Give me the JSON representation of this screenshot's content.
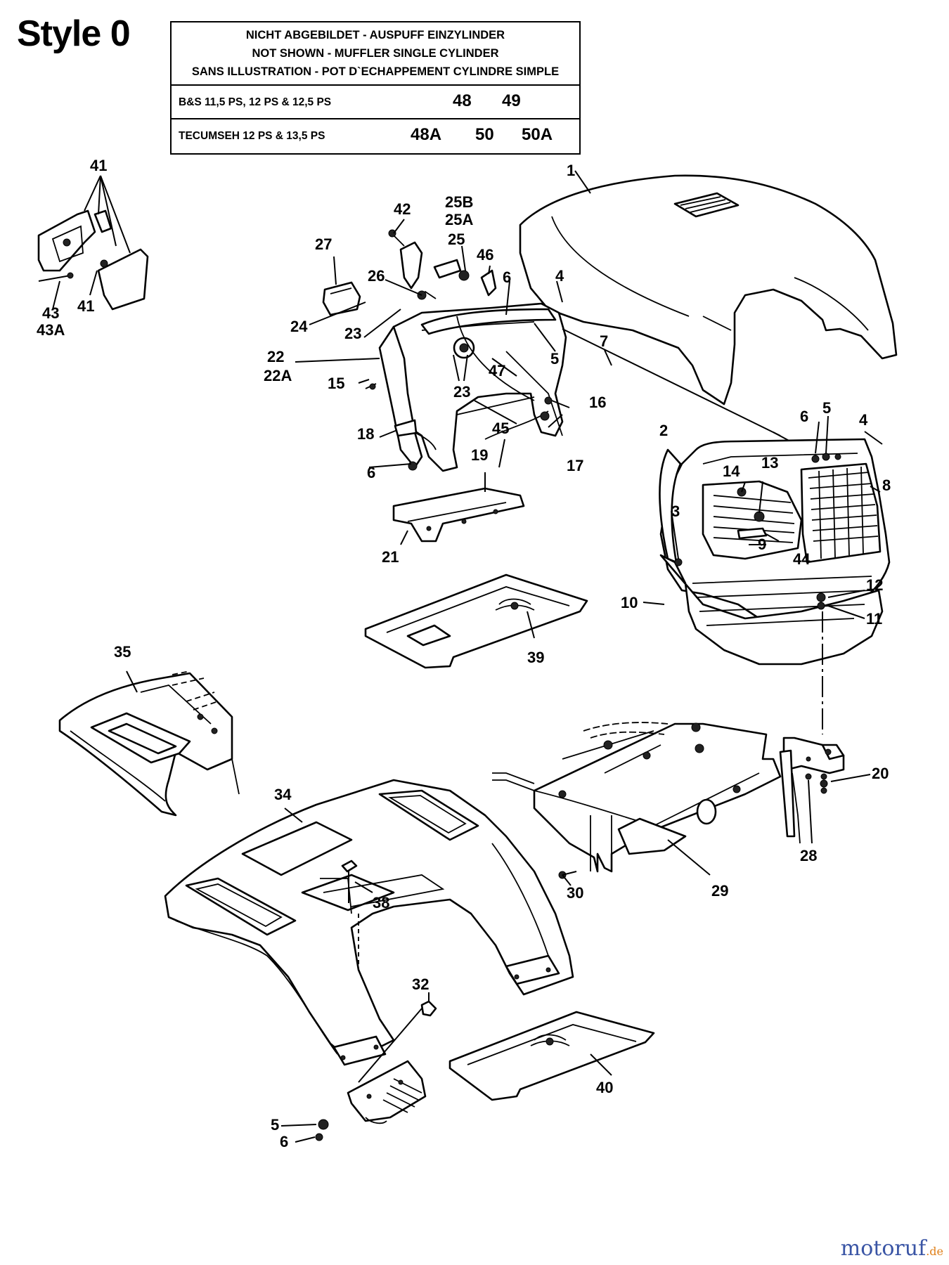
{
  "title": "Style 0",
  "note": {
    "lines": [
      "NICHT ABGEBILDET - AUSPUFF EINZYLINDER",
      "NOT SHOWN - MUFFLER SINGLE CYLINDER",
      "SANS ILLUSTRATION - POT D`ECHAPPEMENT CYLINDRE SIMPLE"
    ],
    "rows": [
      {
        "engine": "B&S  11,5 PS, 12 PS & 12,5 PS",
        "parts": [
          "48",
          "49"
        ]
      },
      {
        "engine": "TECUMSEH  12 PS & 13,5 PS",
        "parts": [
          "48A",
          "50",
          "50A"
        ]
      }
    ]
  },
  "callouts": {
    "c1": "1",
    "c2": "2",
    "c3": "3",
    "c4a": "4",
    "c4b": "4",
    "c5a": "5",
    "c5b": "5",
    "c5c": "5",
    "c6a": "6",
    "c6b": "6",
    "c6c": "6",
    "c6d": "6",
    "c7": "7",
    "c8": "8",
    "c9": "9",
    "c10": "10",
    "c11": "11",
    "c12": "12",
    "c13": "13",
    "c14": "14",
    "c15": "15",
    "c16": "16",
    "c17": "17",
    "c18": "18",
    "c19": "19",
    "c20": "20",
    "c21": "21",
    "c22": "22",
    "c22A": "22A",
    "c23a": "23",
    "c23b": "23",
    "c24": "24",
    "c25": "25",
    "c25A": "25A",
    "c25B": "25B",
    "c26": "26",
    "c27": "27",
    "c28": "28",
    "c29": "29",
    "c30": "30",
    "c32": "32",
    "c34": "34",
    "c35": "35",
    "c38": "38",
    "c39": "39",
    "c40": "40",
    "c41a": "41",
    "c41b": "41",
    "c42": "42",
    "c43": "43",
    "c43A": "43A",
    "c44": "44",
    "c45": "45",
    "c46": "46",
    "c47": "47"
  },
  "watermark": {
    "brand": "motoruf",
    "suffix": ".de"
  }
}
